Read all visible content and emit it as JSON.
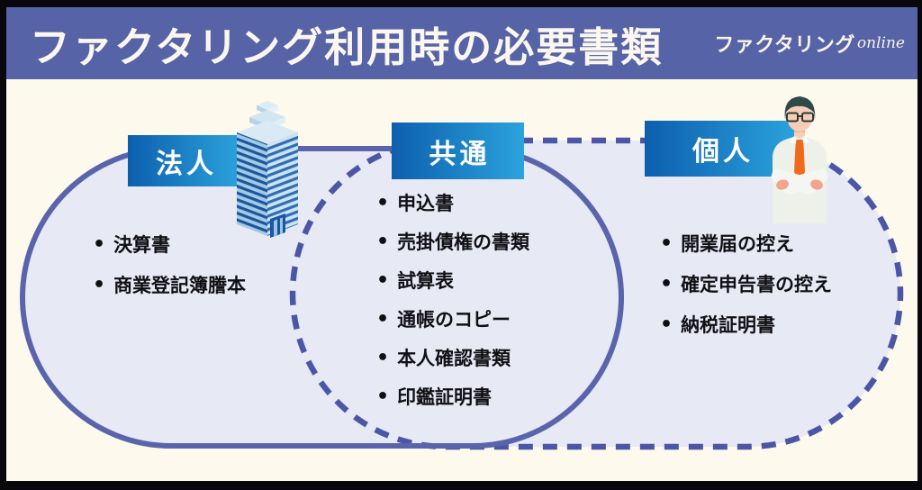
{
  "header": {
    "title": "ファクタリング利用時の必要書類",
    "logo": {
      "main": "ファクタリング",
      "suffix": "online"
    }
  },
  "diagram": {
    "bullet": "•",
    "groups": {
      "corporate": {
        "label": "法人",
        "items": [
          "決算書",
          "商業登記簿謄本"
        ]
      },
      "common": {
        "label": "共通",
        "items": [
          "申込書",
          "売掛債権の書類",
          "試算表",
          "通帳のコピー",
          "本人確認書類",
          "印鑑証明書"
        ]
      },
      "individual": {
        "label": "個人",
        "items": [
          "開業届の控え",
          "確定申告書の控え",
          "納税証明書"
        ]
      }
    },
    "icons": {
      "corporate": "office-building-isometric",
      "individual": "businessman-arms-crossed"
    }
  },
  "colors": {
    "frame": "#07070c",
    "header_bg": "#5663a6",
    "page_bg": "#fdf9ec",
    "region_fill": "#e7e9f5",
    "solid_outline": "#5a64ac",
    "dashed_outline": "#4b57a6",
    "label_gradient_start": "#0d5fae",
    "label_gradient_end": "#2ba3dc",
    "text": "#101014",
    "tie_orange": "#f16a1c"
  }
}
